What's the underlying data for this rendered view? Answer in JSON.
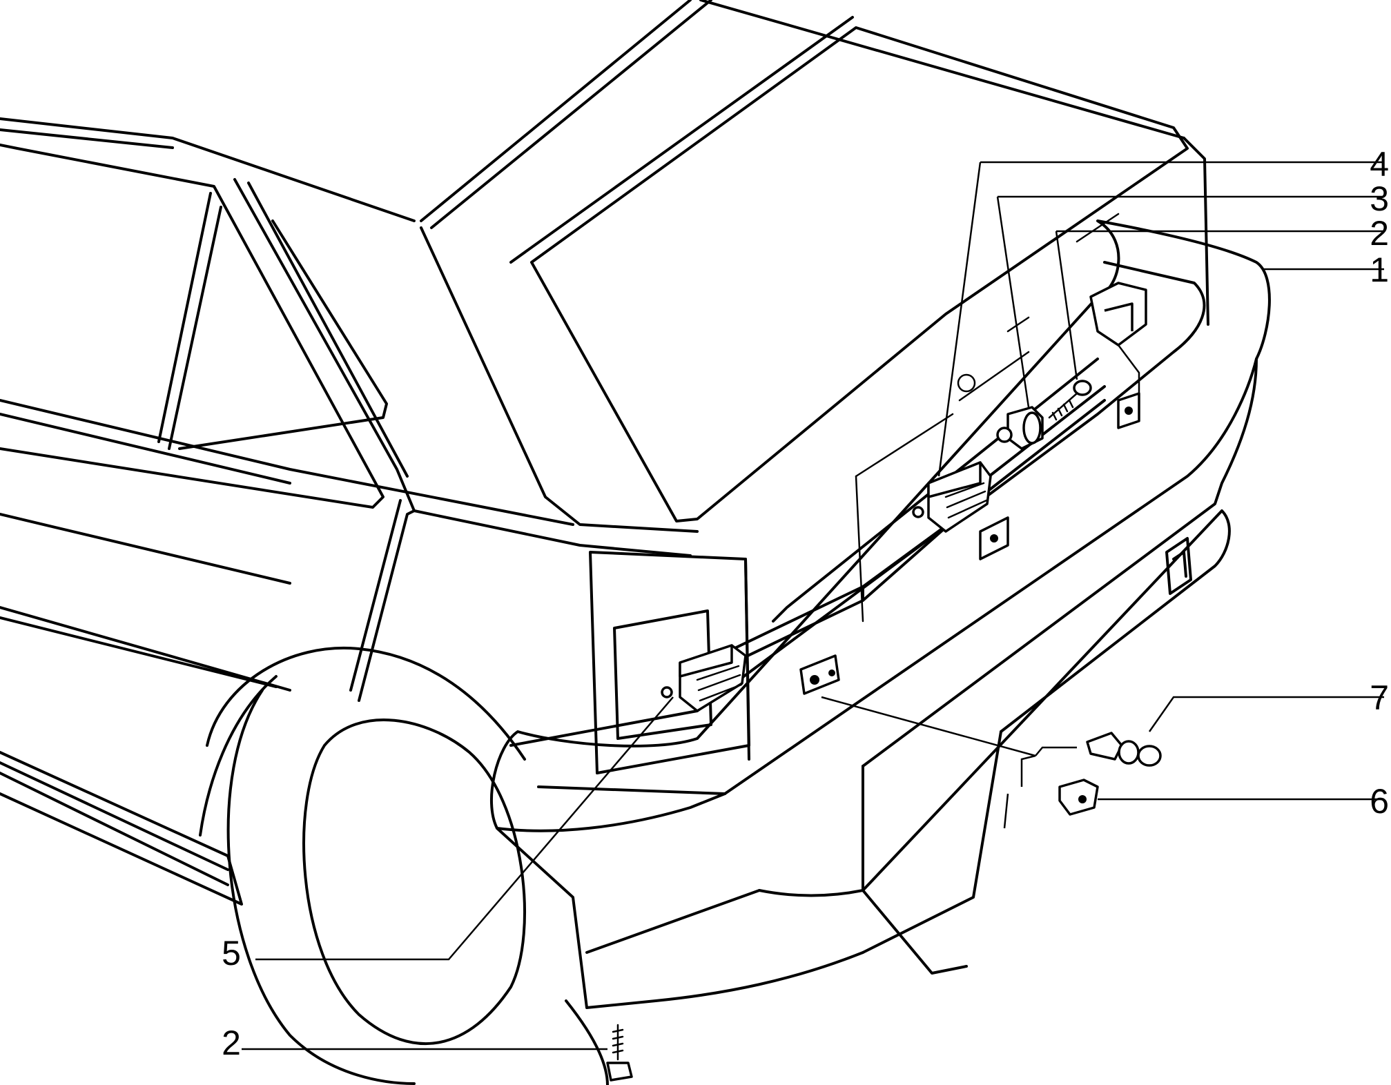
{
  "diagram": {
    "callouts": [
      {
        "id": "c1",
        "label": "1",
        "part": "rear-bumper"
      },
      {
        "id": "c2a",
        "label": "2",
        "part": "screw"
      },
      {
        "id": "c3",
        "label": "3",
        "part": "lamp-socket"
      },
      {
        "id": "c4",
        "label": "4",
        "part": "reflector-grille"
      },
      {
        "id": "c5",
        "label": "5",
        "part": "reflector-grille"
      },
      {
        "id": "c6",
        "label": "6",
        "part": "clip-nut"
      },
      {
        "id": "c7",
        "label": "7",
        "part": "push-fastener"
      },
      {
        "id": "c2b",
        "label": "2",
        "part": "screw"
      }
    ]
  }
}
